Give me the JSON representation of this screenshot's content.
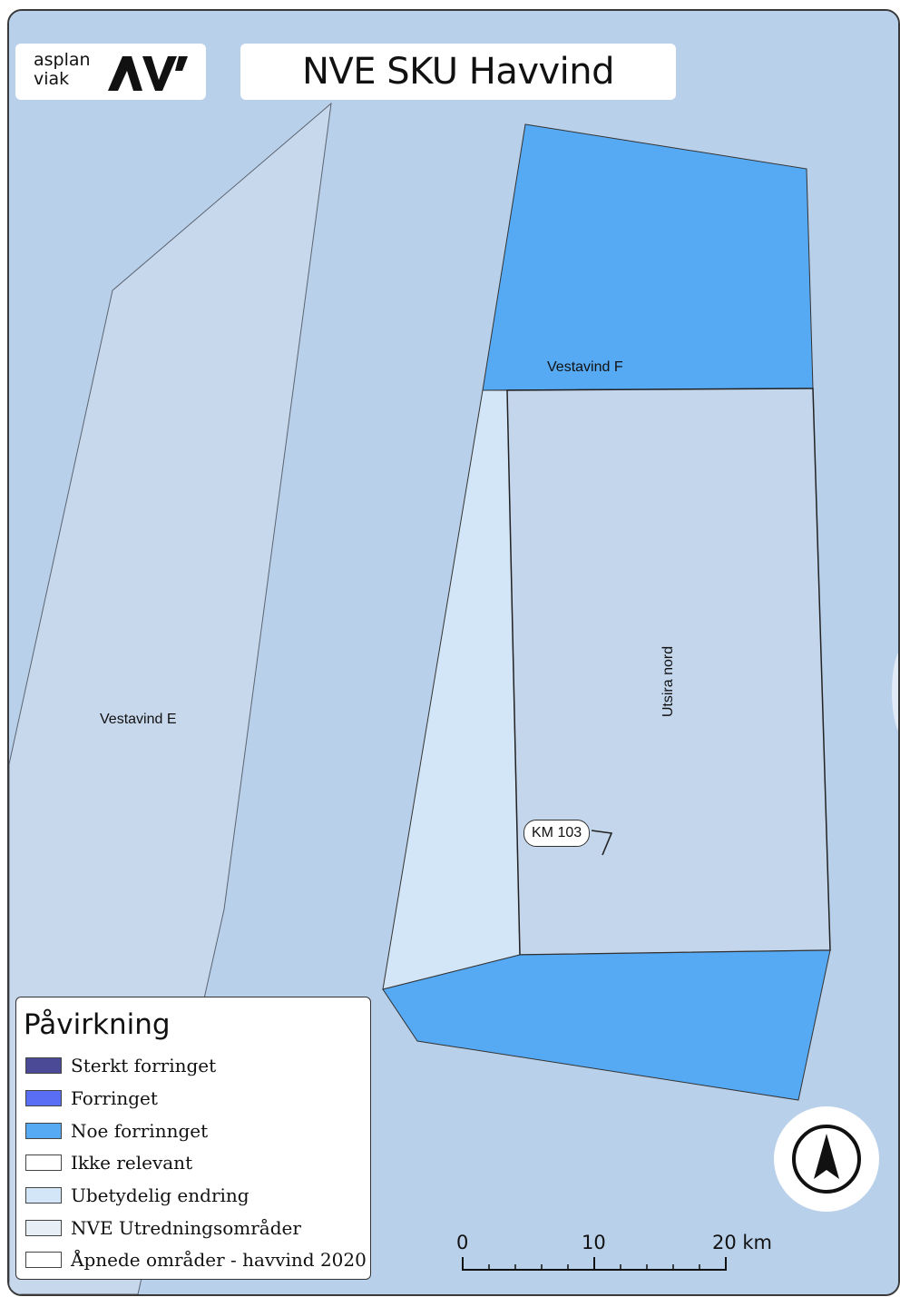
{
  "header": {
    "logo_line1": "asplan",
    "logo_line2": "viak",
    "title": "NVE SKU Havvind"
  },
  "map_labels": {
    "vestavind_e": "Vestavind E",
    "vestavind_f": "Vestavind F",
    "utsira_nord": "Utsira nord",
    "km_marker": "KM 103"
  },
  "legend": {
    "title": "Påvirkning",
    "items": [
      {
        "label": "Sterkt forringet",
        "color": "#4b4a96"
      },
      {
        "label": "Forringet",
        "color": "#5a6ef5"
      },
      {
        "label": "Noe forrinnget",
        "color": "#56a9f3"
      },
      {
        "label": "Ikke relevant",
        "color": "#ffffff"
      },
      {
        "label": "Ubetydelig endring",
        "color": "#d2e6f8"
      },
      {
        "label": "NVE Utredningsområder",
        "color": "#e8eef5"
      },
      {
        "label": "Åpnede områder - havvind 2020",
        "color": "#ffffff"
      }
    ]
  },
  "scale": {
    "labels": [
      "0",
      "10",
      "20 km"
    ]
  },
  "colors": {
    "sea": "#b9d0ea",
    "noe_forringet": "#56a9f3",
    "ubetydelig": "#d2e6f8",
    "utredning": "#c4d6ec"
  }
}
